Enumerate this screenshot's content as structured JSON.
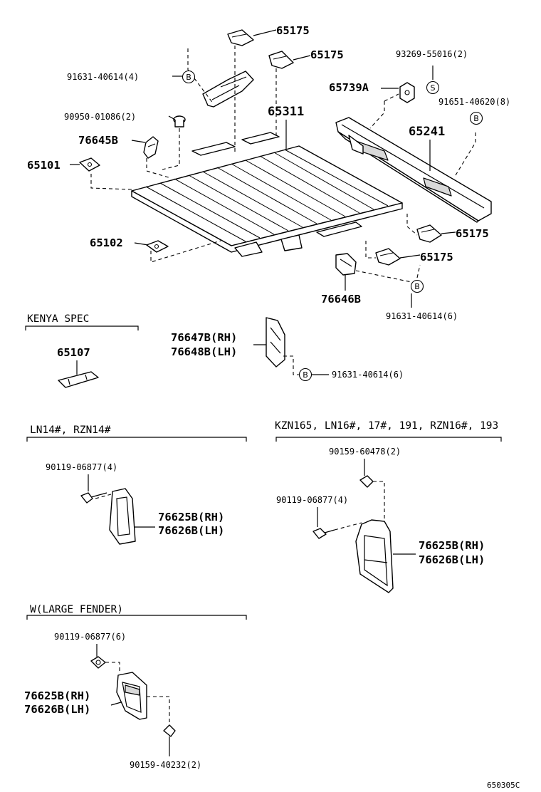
{
  "labels": {
    "p65175_a": "65175",
    "p65175_b": "65175",
    "p65175_c": "65175",
    "p65175_d": "65175",
    "p93269": "93269-55016(2)",
    "p91631_a": "91631-40614(4)",
    "p65739a": "65739A",
    "p91651": "91651-40620(8)",
    "p65311": "65311",
    "p90950": "90950-01086(2)",
    "p65241": "65241",
    "p76645b": "76645B",
    "p65101": "65101",
    "p65102": "65102",
    "p76646b": "76646B",
    "p91631_b": "91631-40614(6)",
    "p65107": "65107",
    "p76647b": "76647B(RH)",
    "p76648b": "76648B(LH)",
    "p91631_c": "91631-40614(6)",
    "p90119_a": "90119-06877(4)",
    "p76625b_a": "76625B(RH)",
    "p76626b_a": "76626B(LH)",
    "p90159_a": "90159-60478(2)",
    "p90119_b": "90119-06877(4)",
    "p76625b_b": "76625B(RH)",
    "p76626b_b": "76626B(LH)",
    "p90119_c": "90119-06877(6)",
    "p76625b_c": "76625B(RH)",
    "p76626b_c": "76626B(LH)",
    "p90159_b": "90159-40232(2)"
  },
  "circles": {
    "b": "B",
    "s": "S"
  },
  "sections": {
    "kenya": "KENYA SPEC",
    "ln14": "LN14#, RZN14#",
    "kzn165": "KZN165, LN16#, 17#, 191, RZN16#, 193",
    "large_fender": "W(LARGE FENDER)"
  },
  "footer": {
    "code": "650305C"
  }
}
